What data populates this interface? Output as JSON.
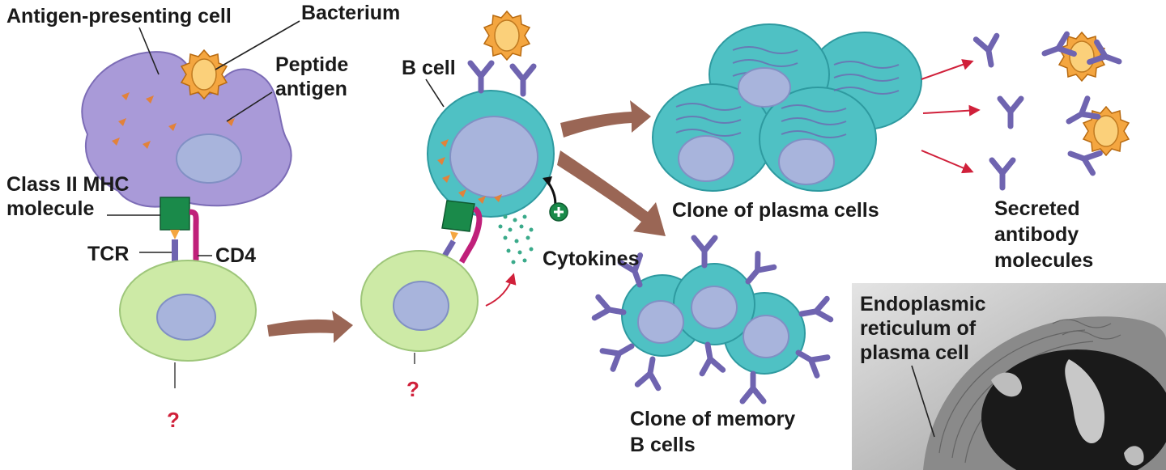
{
  "labels": {
    "apc": "Antigen-presenting cell",
    "bacterium": "Bacterium",
    "peptide_1": "Peptide",
    "peptide_2": "antigen",
    "mhc_1": "Class II MHC",
    "mhc_2": "molecule",
    "tcr": "TCR",
    "cd4": "CD4",
    "b_cell": "B cell",
    "cytokines": "Cytokines",
    "plasma_clone": "Clone of plasma cells",
    "secreted_1": "Secreted",
    "secreted_2": "antibody",
    "secreted_3": "molecules",
    "memory_1": "Clone of memory",
    "memory_2": "B cells",
    "er_1": "Endoplasmic",
    "er_2": "reticulum of",
    "er_3": "plasma cell",
    "unknown_1": "?",
    "unknown_2": "?"
  },
  "colors": {
    "apc": "#a99ad8",
    "b_cell": "#4fc1c4",
    "t_cell": "#cdeaa6",
    "nucleus": "#a8b4dc",
    "bacterium": "#f4a640",
    "antibody": "#6f64b0",
    "mhc": "#1a8a4a",
    "cd4": "#c0207a",
    "arrow_big": "#9a6655",
    "arrow_small": "#d0203a",
    "question": "#d0203a"
  }
}
